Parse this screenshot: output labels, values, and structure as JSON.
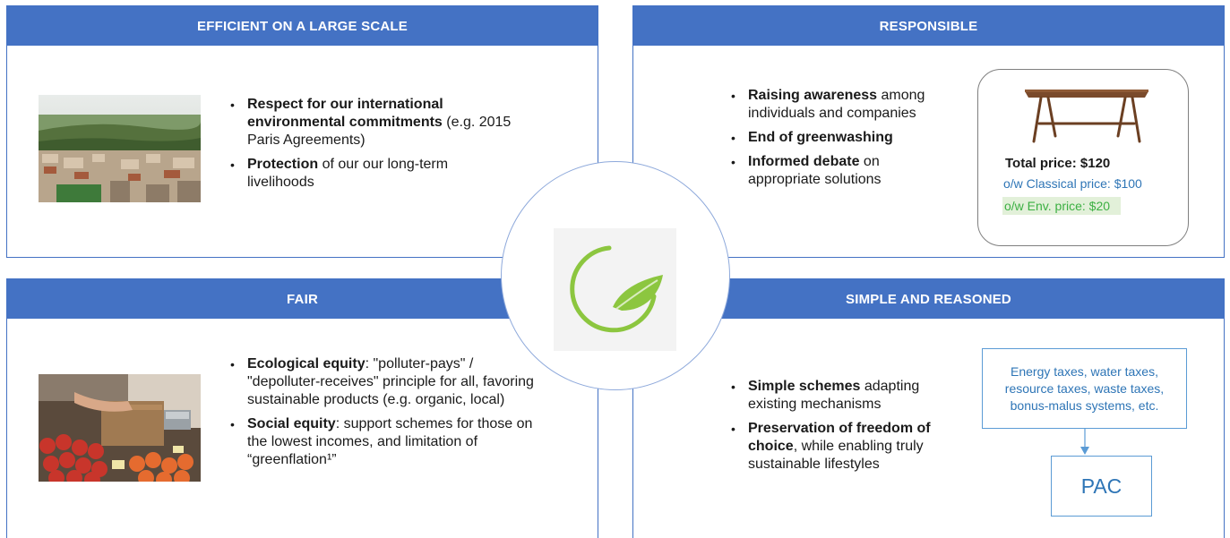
{
  "panels": {
    "efficient": {
      "title": "EFFICIENT ON A LARGE SCALE",
      "bullets": [
        {
          "bold": "Respect for our international environmental commitments",
          "rest": " (e.g. 2015 Paris Agreements)"
        },
        {
          "bold": "Protection",
          "rest": " of our our long-term livelihoods"
        }
      ]
    },
    "responsible": {
      "title": "RESPONSIBLE",
      "bullets": [
        {
          "bold": "Raising awareness",
          "rest": " among individuals and companies"
        },
        {
          "bold": "End of greenwashing",
          "rest": ""
        },
        {
          "bold": "Informed debate",
          "rest": " on appropriate solutions"
        }
      ],
      "price_card": {
        "total": "Total price: $120",
        "classical": "o/w Classical price: $100",
        "env": "o/w Env. price: $20"
      }
    },
    "fair": {
      "title": "FAIR",
      "bullets": [
        {
          "bold": "Ecological equity",
          "rest": ": \"polluter-pays\" / \"depolluter-receives\" principle for all, favoring sustainable products (e.g. organic, local)"
        },
        {
          "bold": "Social equity",
          "rest": ": support schemes for those on the lowest incomes, and limitation of “greenflation¹”"
        }
      ]
    },
    "simple": {
      "title": "SIMPLE AND REASONED",
      "bullets": [
        {
          "bold": "Simple schemes",
          "rest": " adapting existing mechanisms"
        },
        {
          "bold": "Preservation of freedom of choice",
          "rest": ", while enabling truly sustainable lifestyles"
        }
      ],
      "tax_box": "Energy taxes, water taxes, resource taxes, waste taxes, bonus-malus systems, etc.",
      "pac": "PAC"
    }
  },
  "colors": {
    "header_blue": "#4472c4",
    "classical_blue": "#2e75b6",
    "env_green": "#3cb043",
    "env_green_bg": "#e2f0d9",
    "logo_green": "#8cc63f"
  },
  "icons": [
    "landscape-photo",
    "market-photo",
    "wooden-table-image",
    "leaf-logo-icon"
  ]
}
